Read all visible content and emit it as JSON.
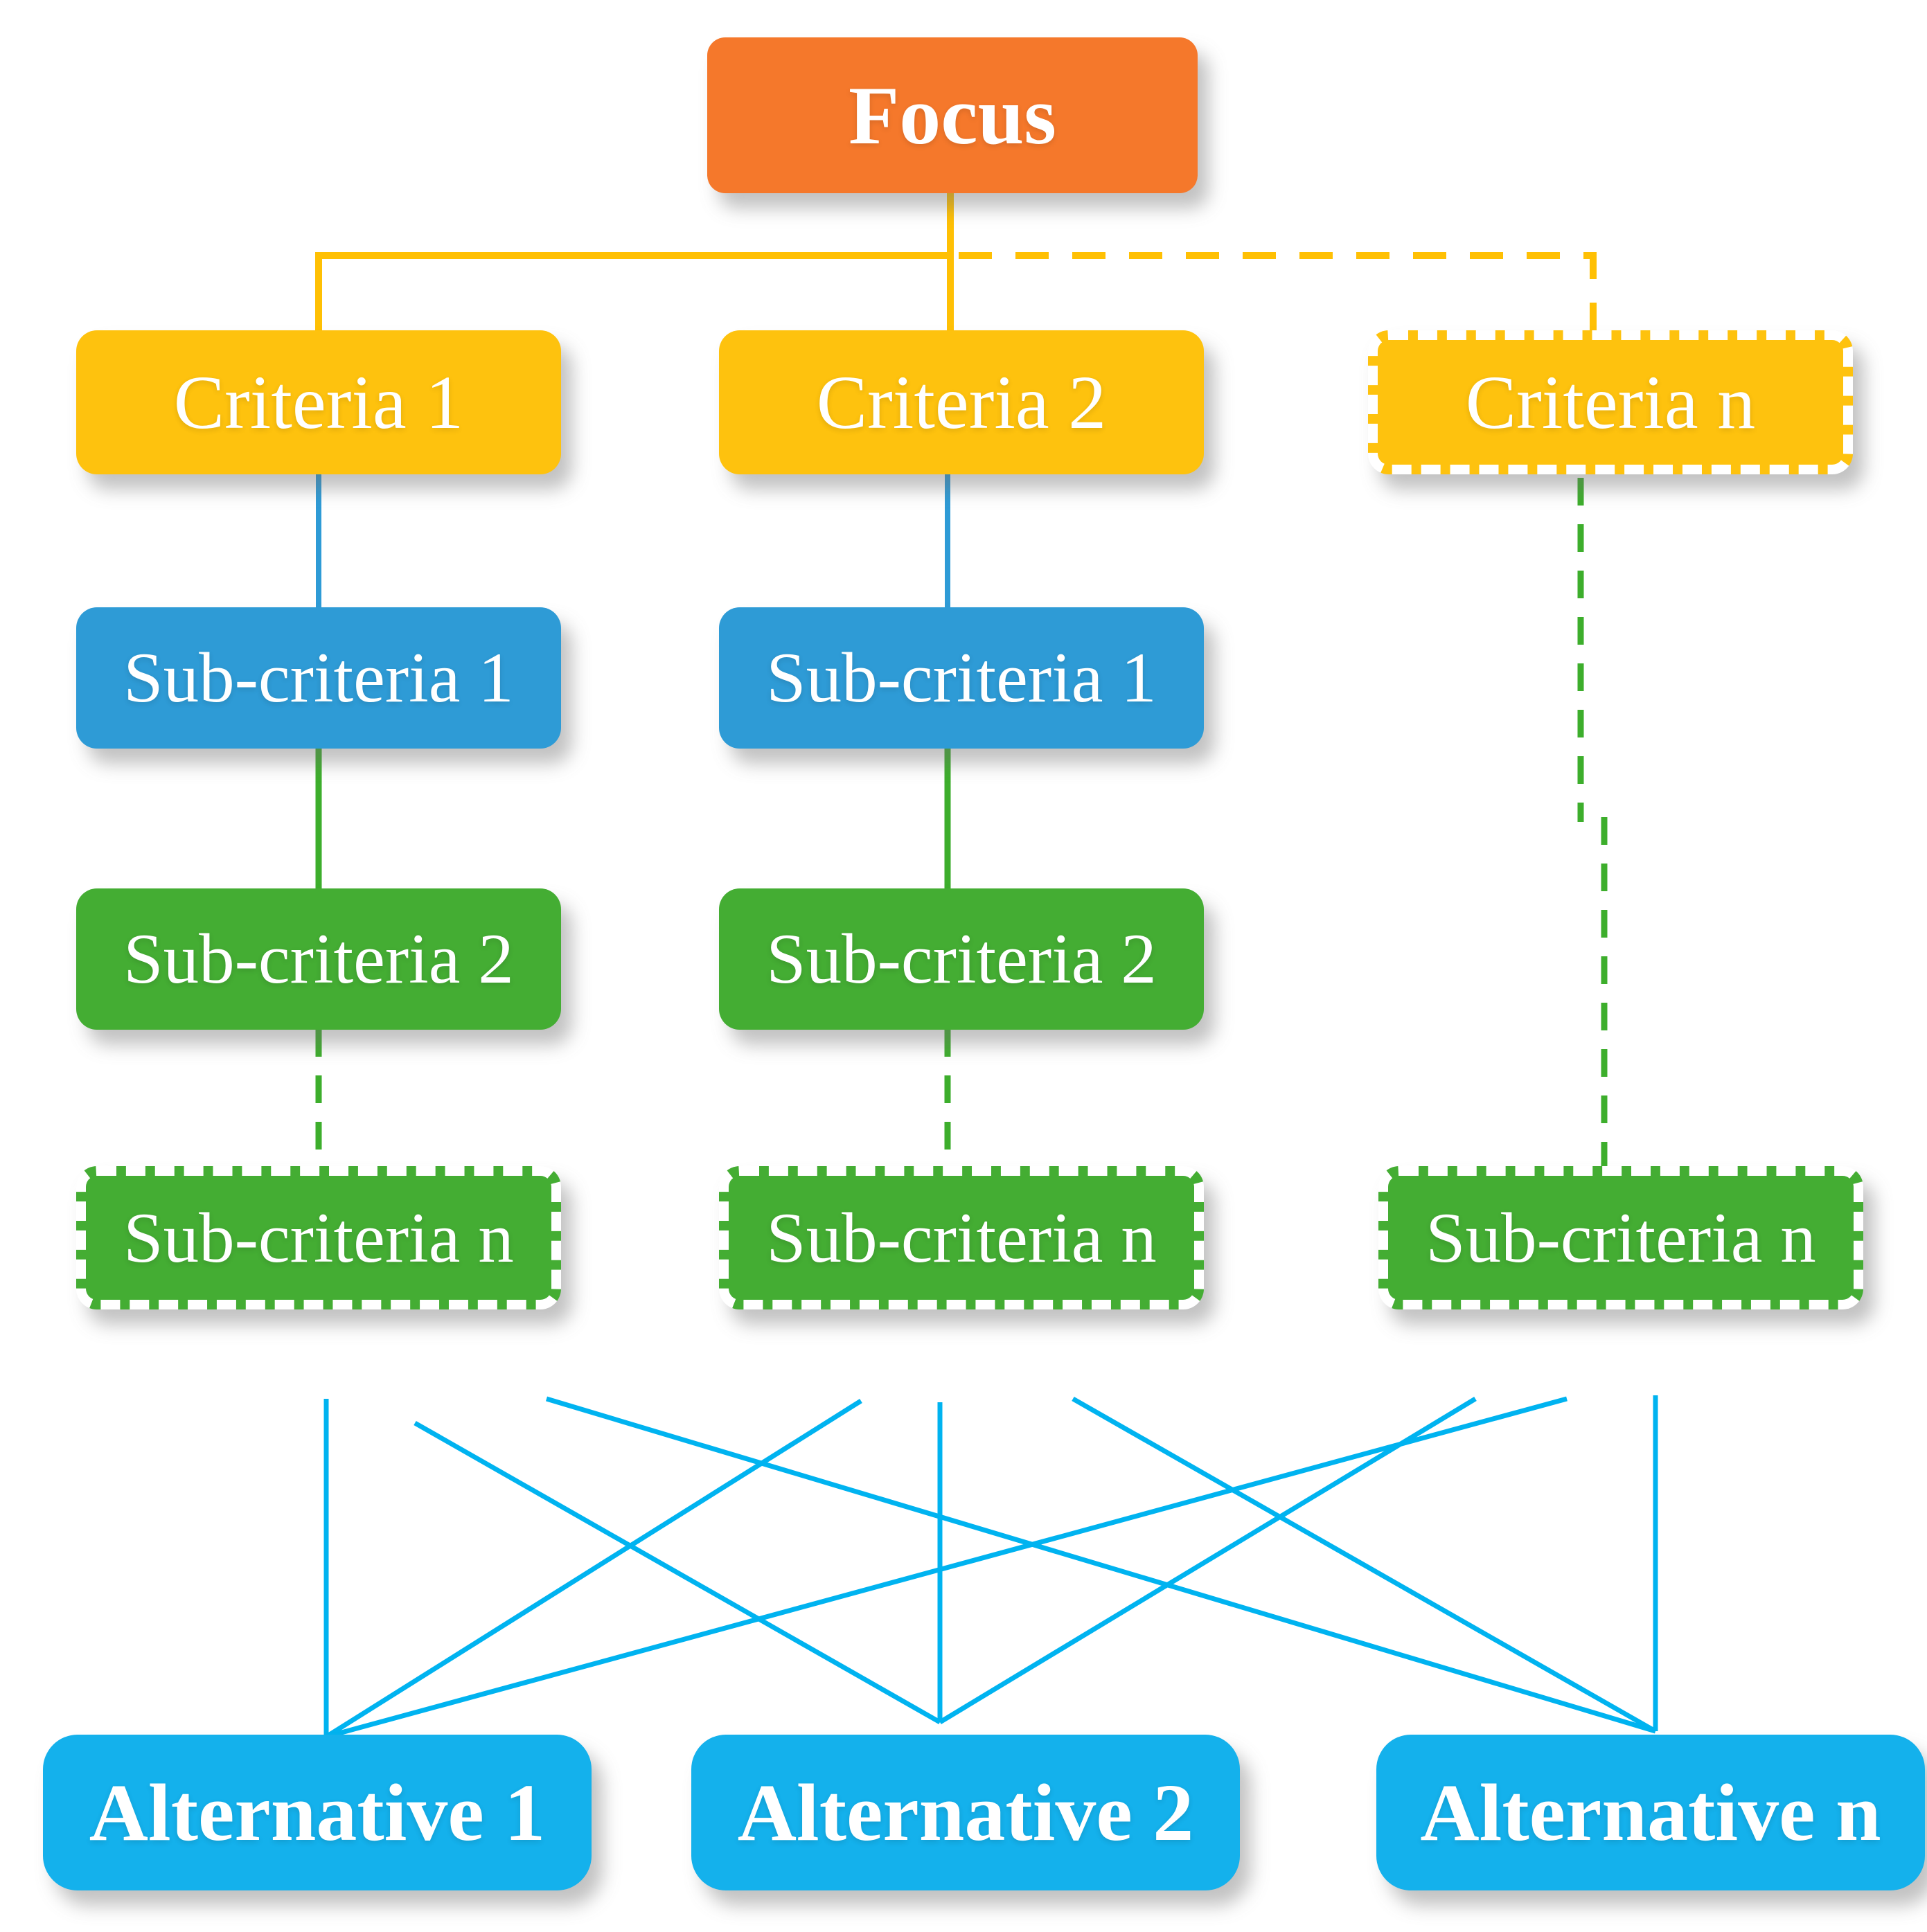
{
  "figure": {
    "type": "hierarchy-diagram",
    "description": "AHP decision hierarchy: Focus, Criteria, Sub-criteria and Alternatives"
  },
  "colors": {
    "orange": "#F5782B",
    "yellow": "#FEC20E",
    "blue": "#2E9BD6",
    "green": "#44AD33",
    "cyan": "#14B1EC",
    "line-yellow": "#FFC004",
    "line-blue": "#2E9BD6",
    "line-green": "#3DAE2C",
    "line-cyan": "#00B3F0"
  },
  "nodes": {
    "focus": {
      "label": "Focus"
    },
    "criteria_1": {
      "label": "Criteria 1"
    },
    "criteria_2": {
      "label": "Criteria 2"
    },
    "criteria_n": {
      "label": "Criteria n"
    },
    "sub_criteria_1_col1": {
      "label": "Sub-criteria 1"
    },
    "sub_criteria_2_col1": {
      "label": "Sub-criteria 2"
    },
    "sub_criteria_n_col1": {
      "label": "Sub-criteria n"
    },
    "sub_criteria_1_col2": {
      "label": "Sub-criteria 1"
    },
    "sub_criteria_2_col2": {
      "label": "Sub-criteria 2"
    },
    "sub_criteria_n_col2": {
      "label": "Sub-criteria n"
    },
    "sub_criteria_n_col3": {
      "label": "Sub-criteria n"
    },
    "alternative_1": {
      "label": "Alternative 1"
    },
    "alternative_2": {
      "label": "Alternative 2"
    },
    "alternative_n": {
      "label": "Alternative n"
    }
  },
  "edges": [
    {
      "from": "focus",
      "to": "criteria_1",
      "style": "solid",
      "color": "line-yellow"
    },
    {
      "from": "focus",
      "to": "criteria_2",
      "style": "solid",
      "color": "line-yellow"
    },
    {
      "from": "focus",
      "to": "criteria_n",
      "style": "dashed",
      "color": "line-yellow"
    },
    {
      "from": "criteria_1",
      "to": "sub_criteria_1_col1",
      "style": "solid",
      "color": "line-blue"
    },
    {
      "from": "criteria_2",
      "to": "sub_criteria_1_col2",
      "style": "solid",
      "color": "line-blue"
    },
    {
      "from": "sub_criteria_1_col1",
      "to": "sub_criteria_2_col1",
      "style": "solid",
      "color": "line-green"
    },
    {
      "from": "sub_criteria_1_col2",
      "to": "sub_criteria_2_col2",
      "style": "solid",
      "color": "line-green"
    },
    {
      "from": "sub_criteria_2_col1",
      "to": "sub_criteria_n_col1",
      "style": "dashed",
      "color": "line-green"
    },
    {
      "from": "sub_criteria_2_col2",
      "to": "sub_criteria_n_col2",
      "style": "dashed",
      "color": "line-green"
    },
    {
      "from": "criteria_n",
      "to": "sub_criteria_n_col3",
      "style": "dashed",
      "color": "line-green"
    },
    {
      "from": "sub_criteria_n_col1",
      "to": "alternative_1",
      "style": "solid",
      "color": "line-cyan"
    },
    {
      "from": "sub_criteria_n_col1",
      "to": "alternative_2",
      "style": "solid",
      "color": "line-cyan"
    },
    {
      "from": "sub_criteria_n_col1",
      "to": "alternative_n",
      "style": "solid",
      "color": "line-cyan"
    },
    {
      "from": "sub_criteria_n_col2",
      "to": "alternative_1",
      "style": "solid",
      "color": "line-cyan"
    },
    {
      "from": "sub_criteria_n_col2",
      "to": "alternative_2",
      "style": "solid",
      "color": "line-cyan"
    },
    {
      "from": "sub_criteria_n_col2",
      "to": "alternative_n",
      "style": "solid",
      "color": "line-cyan"
    },
    {
      "from": "sub_criteria_n_col3",
      "to": "alternative_1",
      "style": "solid",
      "color": "line-cyan"
    },
    {
      "from": "sub_criteria_n_col3",
      "to": "alternative_2",
      "style": "solid",
      "color": "line-cyan"
    },
    {
      "from": "sub_criteria_n_col3",
      "to": "alternative_n",
      "style": "solid",
      "color": "line-cyan"
    }
  ]
}
